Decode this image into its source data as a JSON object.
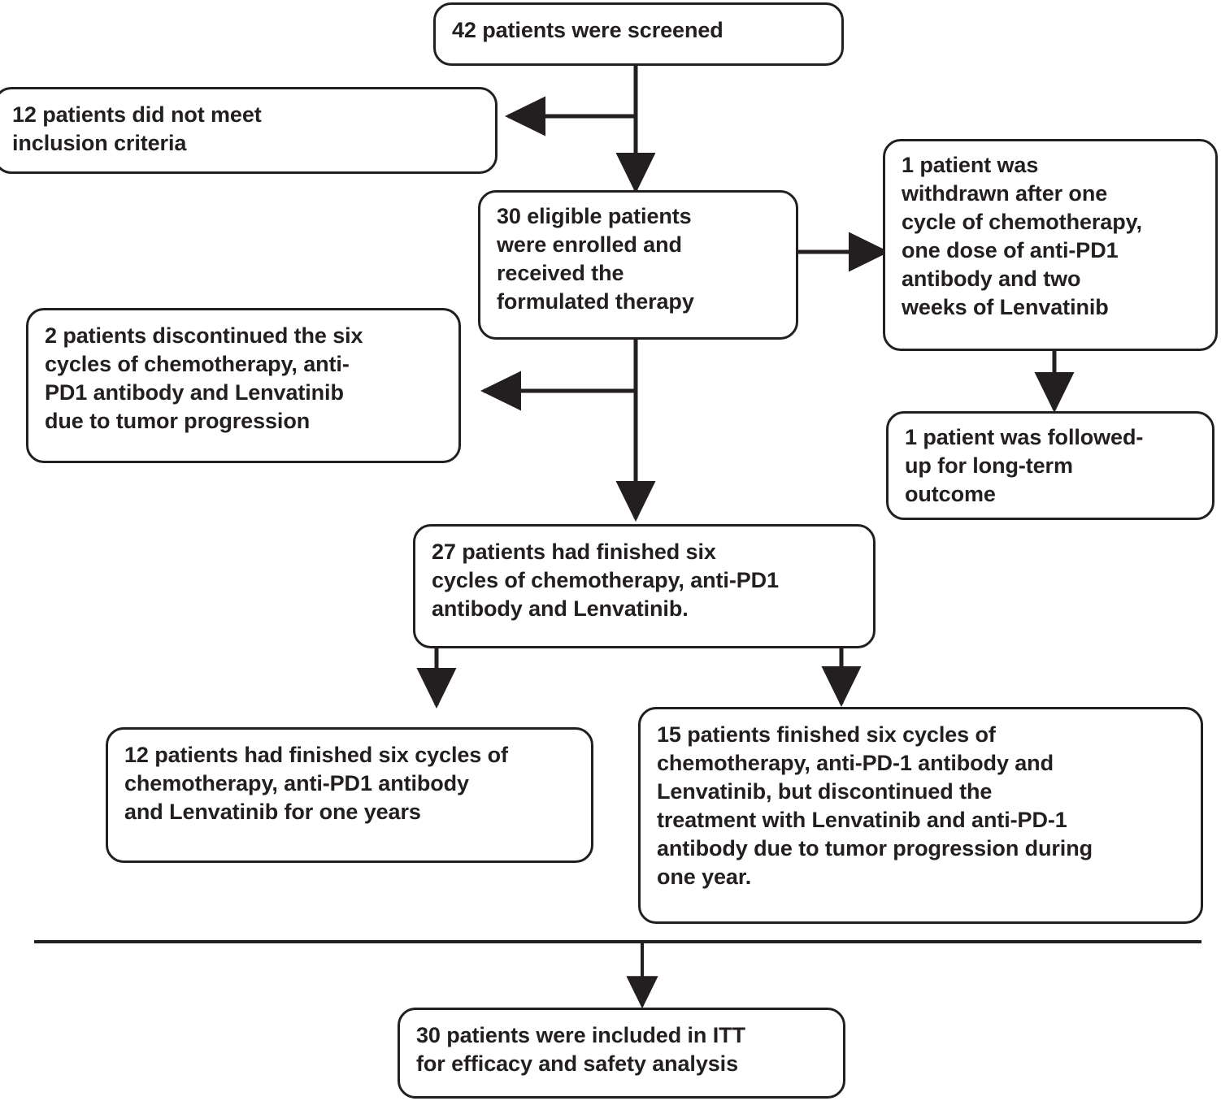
{
  "diagram": {
    "title": "CONSORT-style patient flow diagram",
    "stroke_color": "#231f20",
    "background_color": "#ffffff",
    "nodes": {
      "screened": "42 patients were screened",
      "not_meet_inclusion": "12 patients did not meet\ninclusion criteria",
      "enrolled": "30 eligible patients\nwere enrolled and\nreceived the\nformulated therapy",
      "withdrawn_one_cycle": "1 patient was\nwithdrawn after one\ncycle of chemotherapy,\none dose of anti-PD1\nantibody and two\nweeks of Lenvatinib",
      "followed_up": "1 patient was followed-\nup for long-term\noutcome",
      "discontinued_two": "2 patients discontinued the six\ncycles of chemotherapy, anti-\nPD1 antibody and Lenvatinib\ndue to tumor progression",
      "finished_27": "27 patients had finished six\ncycles of chemotherapy, anti-PD1\nantibody and Lenvatinib.",
      "finished_12": "12 patients had finished six cycles of\nchemotherapy, anti-PD1 antibody\nand Lenvatinib for one years",
      "finished_15": "15 patients finished six cycles of\nchemotherapy, anti-PD-1 antibody and\nLenvatinib, but discontinued the\ntreatment with Lenvatinib and anti-PD-1\nantibody due to tumor progression during\none year.",
      "itt": "30 patients were included in ITT\nfor efficacy and safety analysis"
    },
    "edges": [
      {
        "from": "screened",
        "to": "not_meet_inclusion",
        "type": "elbow-left"
      },
      {
        "from": "screened",
        "to": "enrolled",
        "type": "vertical"
      },
      {
        "from": "enrolled",
        "to": "withdrawn_one_cycle",
        "type": "horizontal-right"
      },
      {
        "from": "withdrawn_one_cycle",
        "to": "followed_up",
        "type": "vertical"
      },
      {
        "from": "enrolled",
        "to": "discontinued_two",
        "type": "elbow-left"
      },
      {
        "from": "enrolled",
        "to": "finished_27",
        "type": "vertical"
      },
      {
        "from": "finished_27",
        "to": "finished_12",
        "type": "vertical"
      },
      {
        "from": "finished_27",
        "to": "finished_15",
        "type": "vertical"
      },
      {
        "from": "summary-rule",
        "to": "itt",
        "type": "vertical"
      }
    ]
  }
}
